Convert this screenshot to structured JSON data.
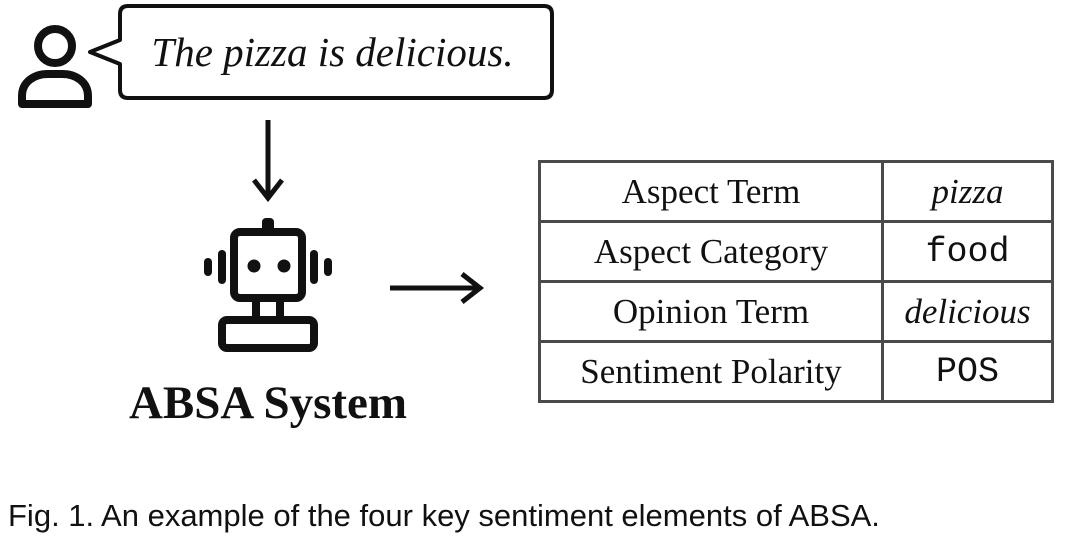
{
  "speech_bubble": {
    "text": "The pizza is delicious."
  },
  "system": {
    "label": "ABSA System"
  },
  "sentiment_elements": [
    {
      "name": "Aspect Term",
      "value": "pizza",
      "style": "italic"
    },
    {
      "name": "Aspect Category",
      "value": "food",
      "style": "mono"
    },
    {
      "name": "Opinion Term",
      "value": "delicious",
      "style": "italic"
    },
    {
      "name": "Sentiment Polarity",
      "value": "POS",
      "style": "mono"
    }
  ],
  "caption": "Fig. 1. An example of the four key sentiment elements of ABSA.",
  "icons": {
    "user": "user-icon",
    "robot": "robot-icon",
    "down_arrow": "arrow-down-icon",
    "right_arrow": "arrow-right-icon"
  },
  "colors": {
    "ink": "#111111",
    "table_border": "#4a4a4a"
  }
}
